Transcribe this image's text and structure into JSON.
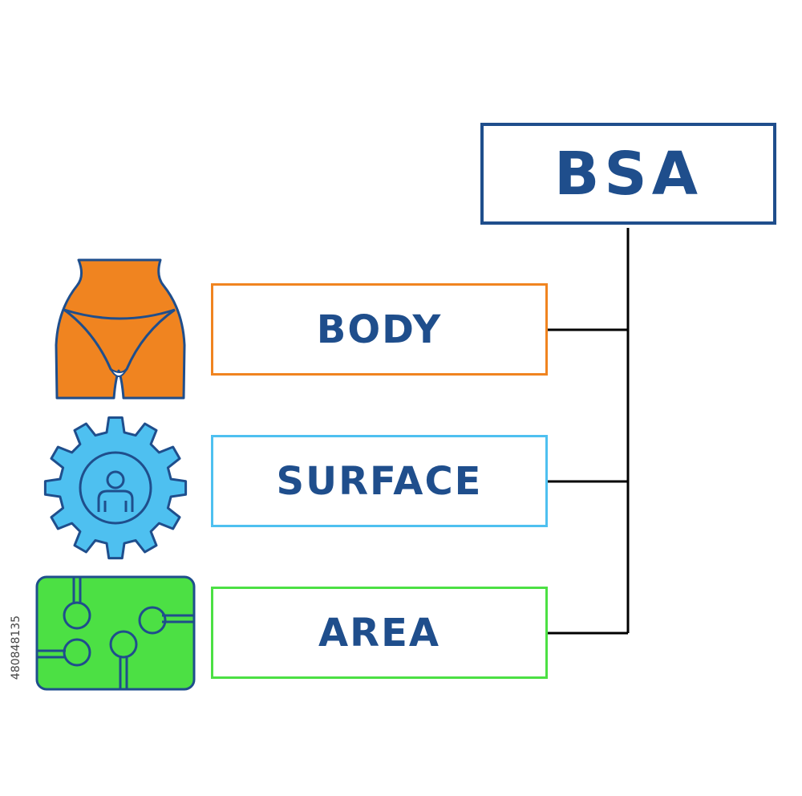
{
  "title": "BSA",
  "terms": [
    {
      "label": "BODY",
      "icon": "hips-icon",
      "color": "#f08420"
    },
    {
      "label": "SURFACE",
      "icon": "gear-person-icon",
      "color": "#4ec0f0"
    },
    {
      "label": "AREA",
      "icon": "circuit-board-icon",
      "color": "#4ce044"
    }
  ],
  "colors": {
    "title_border": "#1f4e8c",
    "text": "#1f4e8c",
    "connector": "#000000"
  },
  "image_id": "480848135"
}
